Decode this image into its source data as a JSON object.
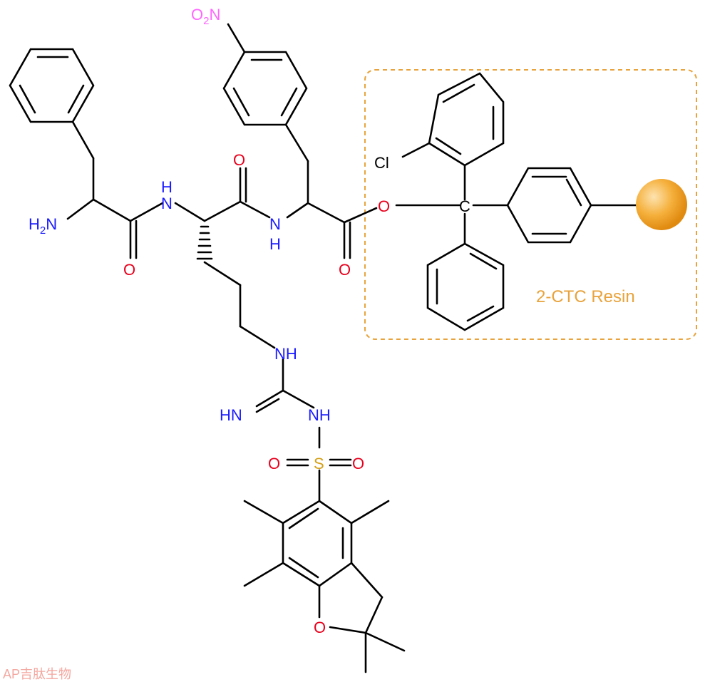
{
  "atoms": {
    "o2n": "O₂N",
    "h2n": "H₂N",
    "nh": "H",
    "n": "N",
    "o": "O",
    "cl": "Cl",
    "c": "C",
    "s": "S",
    "hn": "HN",
    "nh_full": "NH"
  },
  "resin": {
    "label": "2-CTC Resin",
    "box_color": "#e8a33c",
    "bead_color": "#f2a52a"
  },
  "watermark": "AP吉肽生物",
  "colors": {
    "nitrogen": "#1a1aff",
    "oxygen": "#e8001c",
    "sulfur": "#d4a017",
    "nitro": "#ff66ff",
    "bond": "#000000",
    "watermark": "#f4a7a0"
  }
}
